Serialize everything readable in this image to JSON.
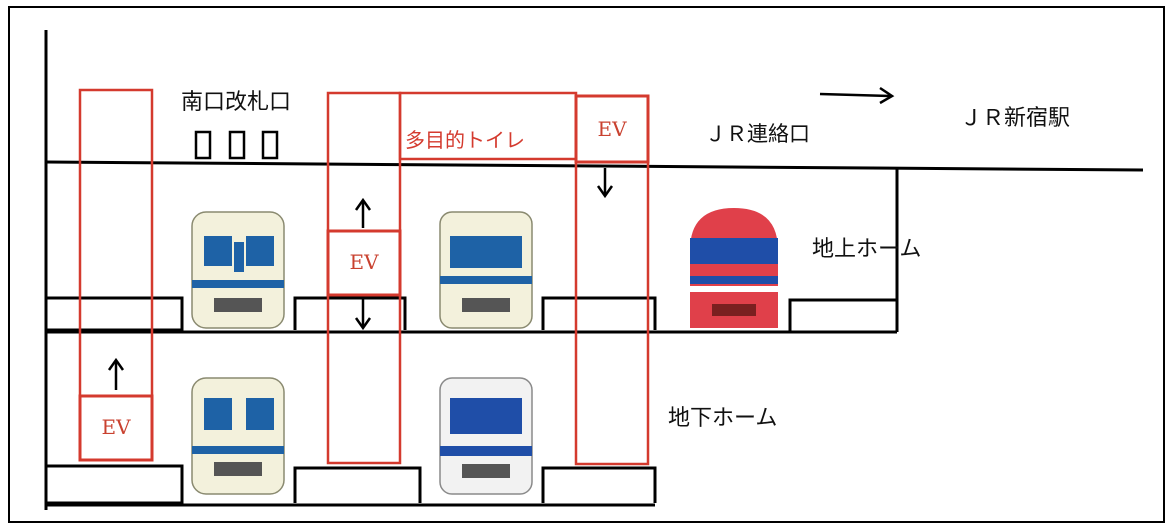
{
  "labels": {
    "south_gate": "南口改札口",
    "toilet": "多目的トイレ",
    "jr_connection": "ＪＲ連絡口",
    "jr_station": "ＪＲ新宿駅",
    "ground_platform": "地上ホーム",
    "underground_platform": "地下ホーム",
    "ev": "EV"
  },
  "colors": {
    "line": "#000000",
    "shaft": "#d43a2e",
    "train_blue": "#1e62a6",
    "train_cream": "#f3f1dc",
    "express_red": "#e0404a",
    "express_blue": "#1f4ea8"
  }
}
